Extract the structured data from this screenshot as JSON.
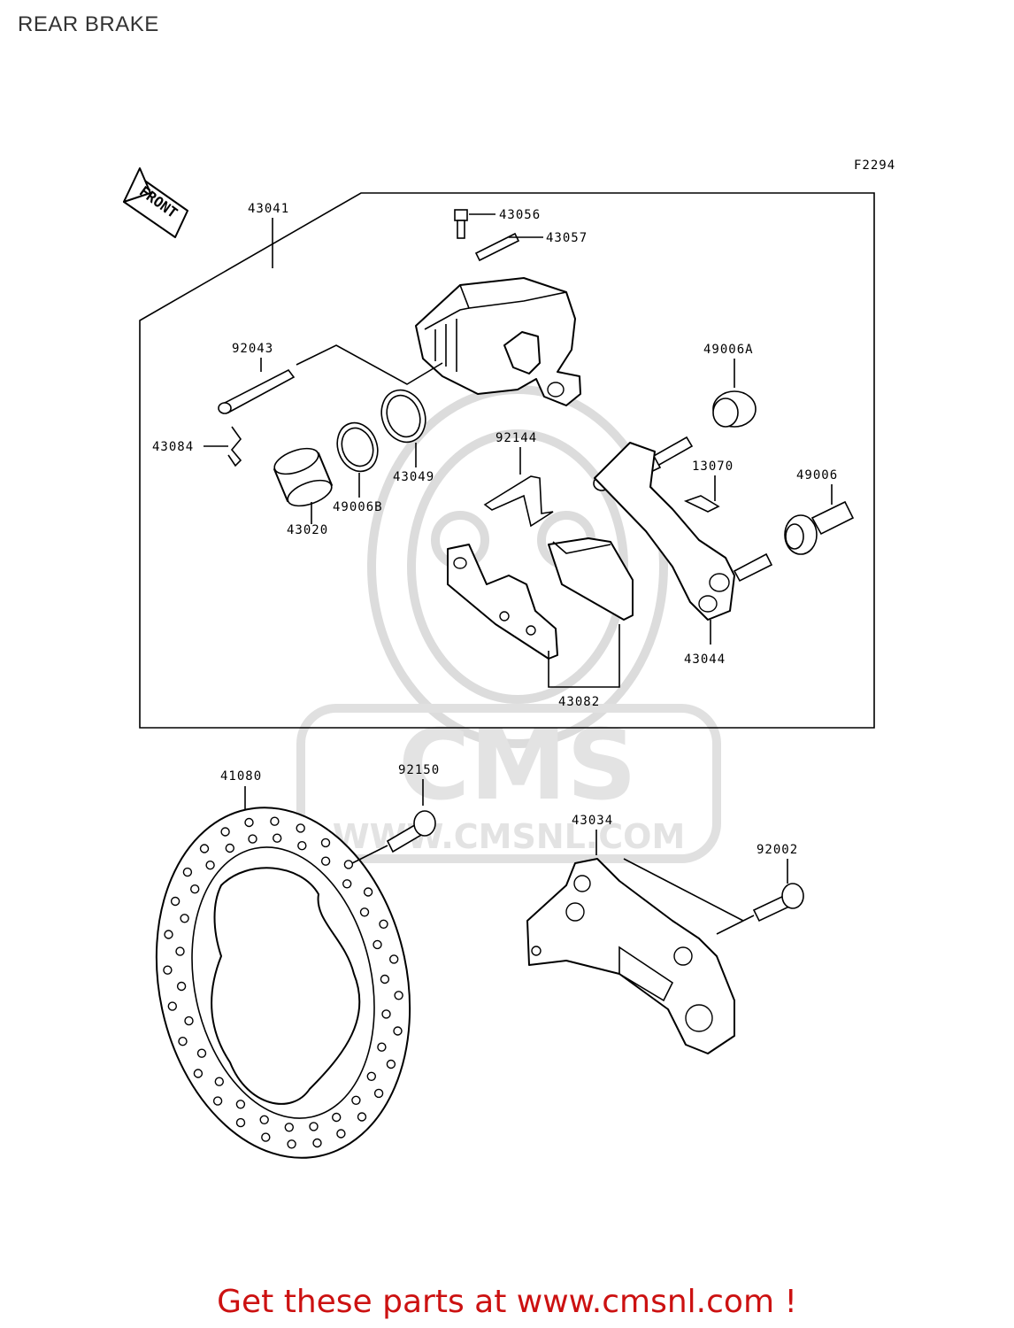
{
  "page": {
    "title": "REAR BRAKE",
    "figure_code": "F2294",
    "front_label": "FRONT",
    "footer_link": "Get these parts at www.cmsnl.com !",
    "watermark": {
      "brand": "CMS",
      "url": "WWW.CMSNL.COM"
    },
    "colors": {
      "footer": "#cc1111",
      "watermark": "#dcdcdc",
      "line": "#000000"
    }
  },
  "parts": {
    "p43041": "43041",
    "p43056": "43056",
    "p43057": "43057",
    "p92043": "92043",
    "p49006A": "49006A",
    "p43084": "43084",
    "p92144": "92144",
    "p43049": "43049",
    "p13070": "13070",
    "p49006": "49006",
    "p49006B": "49006B",
    "p43020": "43020",
    "p43044": "43044",
    "p43082": "43082",
    "p41080": "41080",
    "p92150": "92150",
    "p43034": "43034",
    "p92002": "92002"
  }
}
